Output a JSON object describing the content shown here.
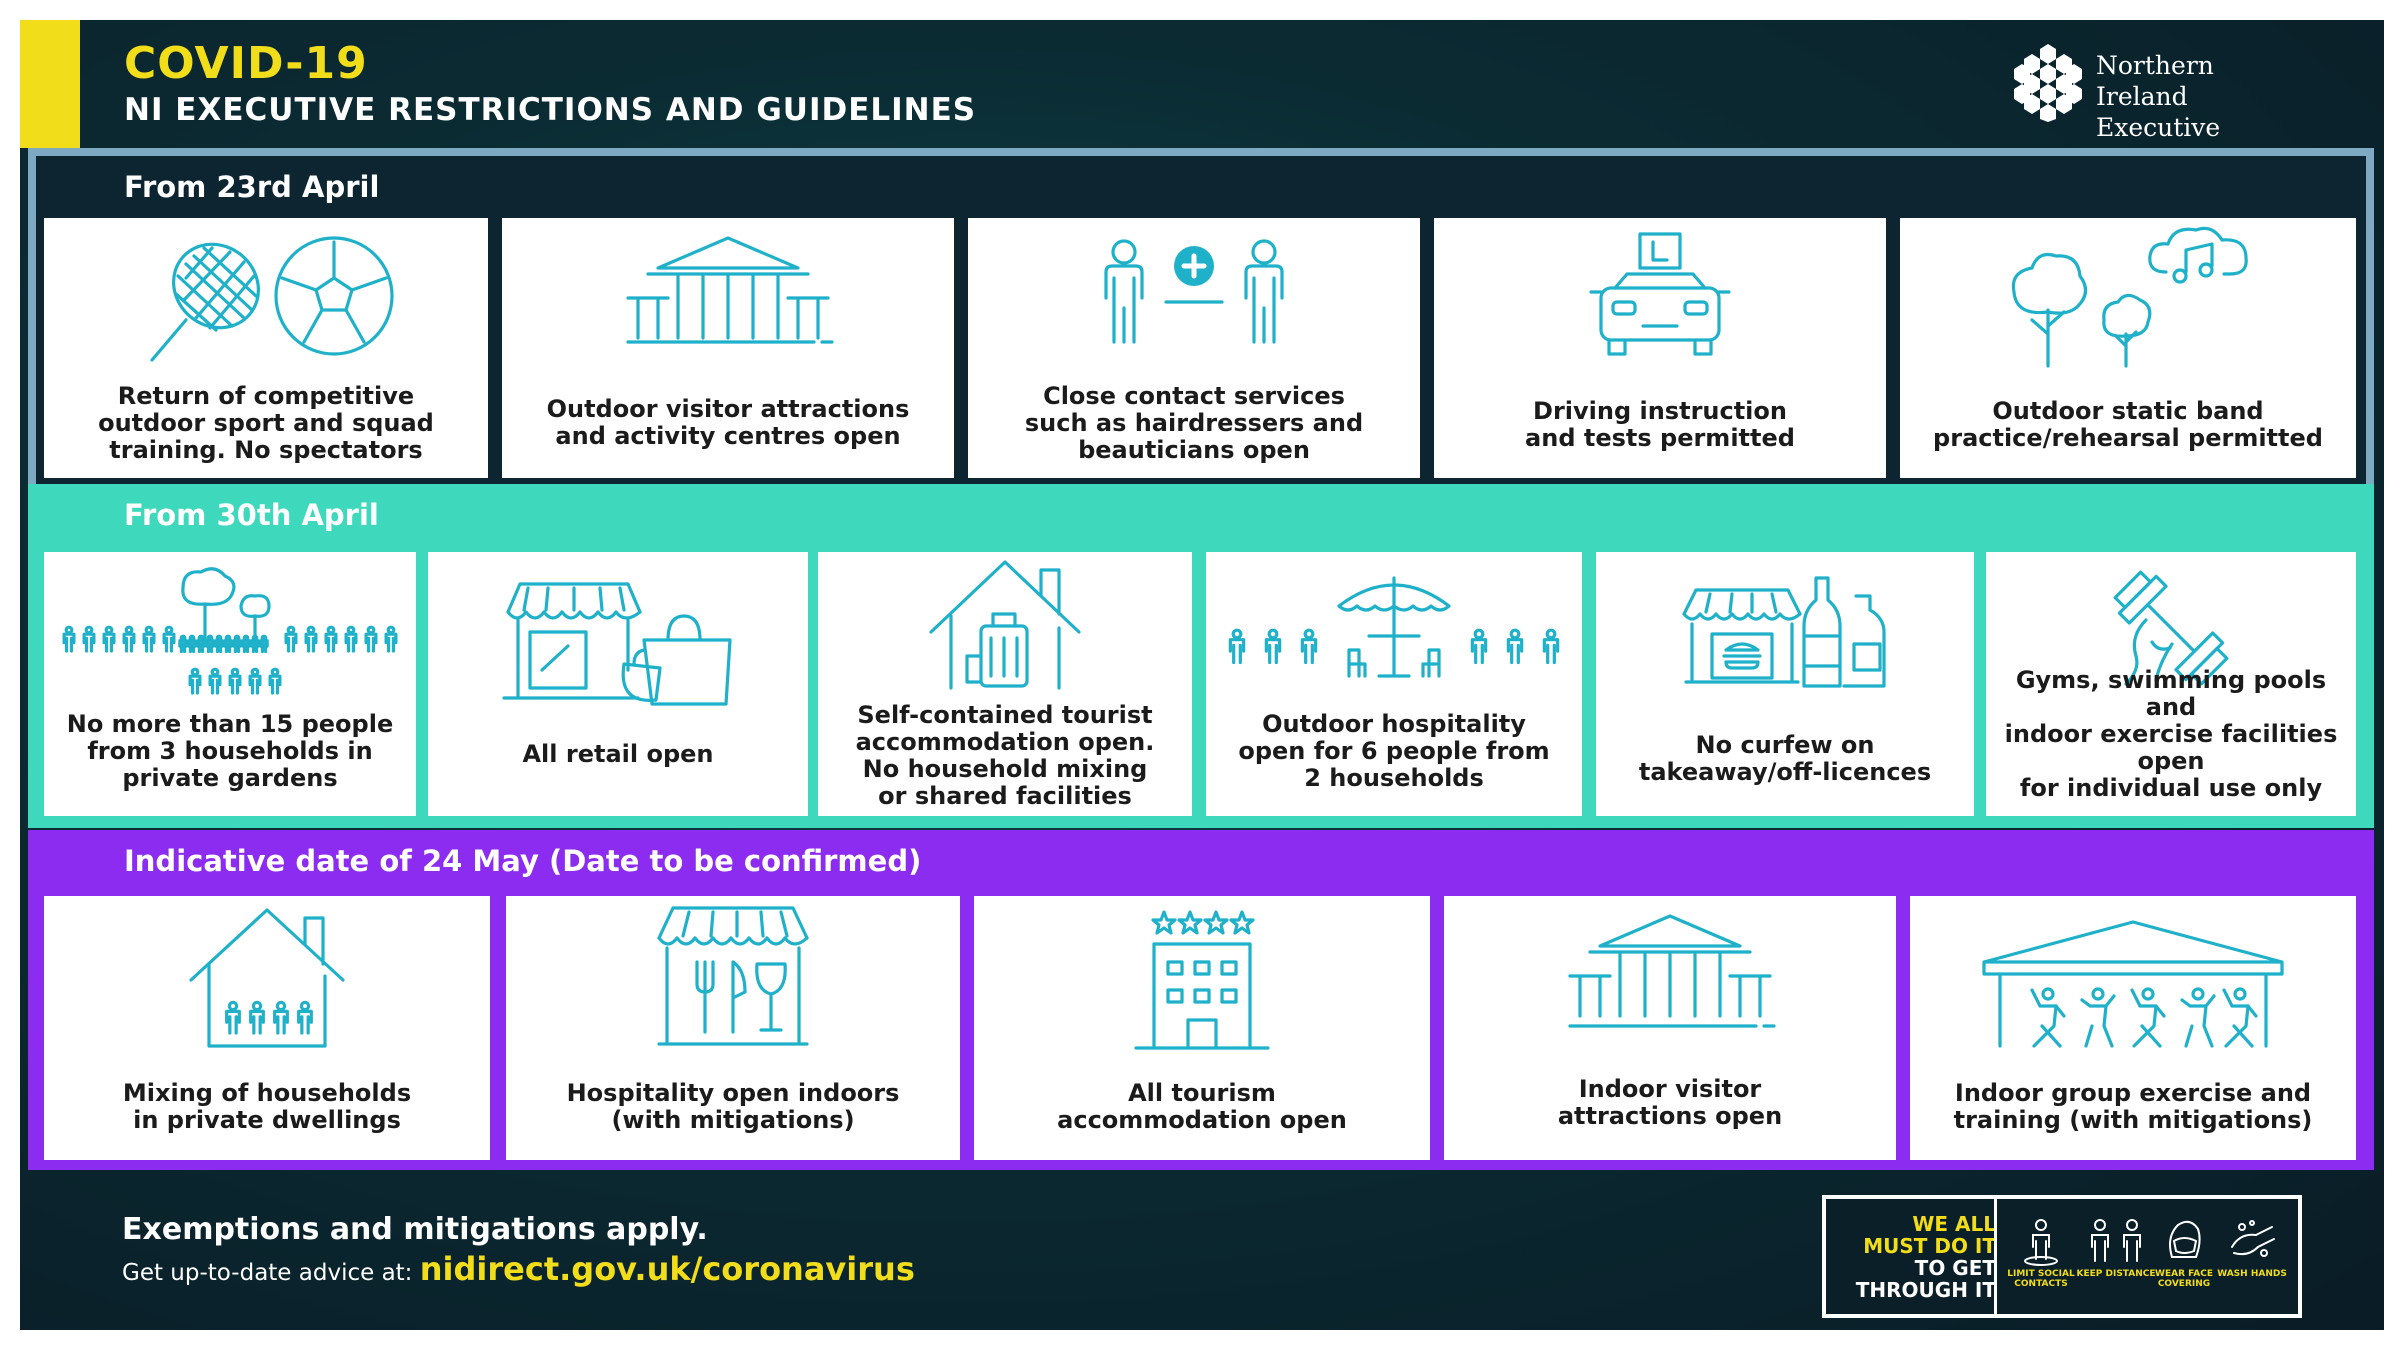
{
  "header": {
    "title": "COVID-19",
    "subtitle": "NI EXECUTIVE RESTRICTIONS AND GUIDELINES",
    "logo_line1": "Northern Ireland",
    "logo_line2": "Executive"
  },
  "sections": [
    {
      "heading": "From 23rd April",
      "items": [
        {
          "label": "Return of competitive\noutdoor sport and squad\ntraining. No spectators",
          "icon": "tennis-football-icon"
        },
        {
          "label": "Outdoor visitor attractions\nand activity centres open",
          "icon": "pavilion-icon"
        },
        {
          "label": "Close contact services\nsuch as hairdressers and\nbeauticians open",
          "icon": "close-contact-icon"
        },
        {
          "label": "Driving instruction\nand tests permitted",
          "icon": "learner-car-icon"
        },
        {
          "label": "Outdoor static band\npractice/rehearsal permitted",
          "icon": "trees-music-icon"
        }
      ]
    },
    {
      "heading": "From 30th April",
      "items": [
        {
          "label": "No more than 15 people\nfrom 3 households in\nprivate gardens",
          "icon": "garden-people-icon"
        },
        {
          "label": "All retail open",
          "icon": "shop-bag-icon"
        },
        {
          "label": "Self-contained tourist\naccommodation open.\nNo household mixing\nor shared facilities",
          "icon": "house-suitcase-icon"
        },
        {
          "label": "Outdoor hospitality\nopen for 6 people from\n2 households",
          "icon": "parasol-table-icon"
        },
        {
          "label": "No curfew on\ntakeaway/off-licences",
          "icon": "takeaway-bottles-icon"
        },
        {
          "label": "Gyms, swimming pools and\nindoor exercise facilities open\nfor individual use only",
          "icon": "dumbbell-icon"
        }
      ]
    },
    {
      "heading": "Indicative date of 24 May (Date to be confirmed)",
      "items": [
        {
          "label": "Mixing of households\nin private dwellings",
          "icon": "house-people-icon"
        },
        {
          "label": "Hospitality open indoors\n(with mitigations)",
          "icon": "restaurant-icon"
        },
        {
          "label": "All tourism\naccommodation open",
          "icon": "hotel-icon"
        },
        {
          "label": "Indoor visitor\nattractions open",
          "icon": "pavilion-icon"
        },
        {
          "label": "Indoor group exercise and\ntraining (with mitigations)",
          "icon": "group-exercise-icon"
        }
      ]
    }
  ],
  "footer": {
    "heading": "Exemptions and mitigations apply.",
    "advice_prefix": "Get up-to-date advice at:",
    "link": "nidirect.gov.uk/coronavirus"
  },
  "badge": {
    "line1": "WE ALL",
    "line2": "MUST DO IT",
    "line3": "TO GET",
    "line4": "THROUGH IT",
    "items": [
      {
        "label": "LIMIT SOCIAL CONTACTS",
        "icon": "person-circle-icon"
      },
      {
        "label": "KEEP DISTANCE",
        "icon": "two-people-icon"
      },
      {
        "label": "WEAR FACE COVERING",
        "icon": "face-covering-icon"
      },
      {
        "label": "WASH HANDS",
        "icon": "wash-hands-icon"
      }
    ]
  },
  "colors": {
    "yellow": "#f2dd1a",
    "teal": "#3ed9bd",
    "purple": "#8b2cf0",
    "icon": "#1fb1c9",
    "dark": "#0c2530"
  }
}
